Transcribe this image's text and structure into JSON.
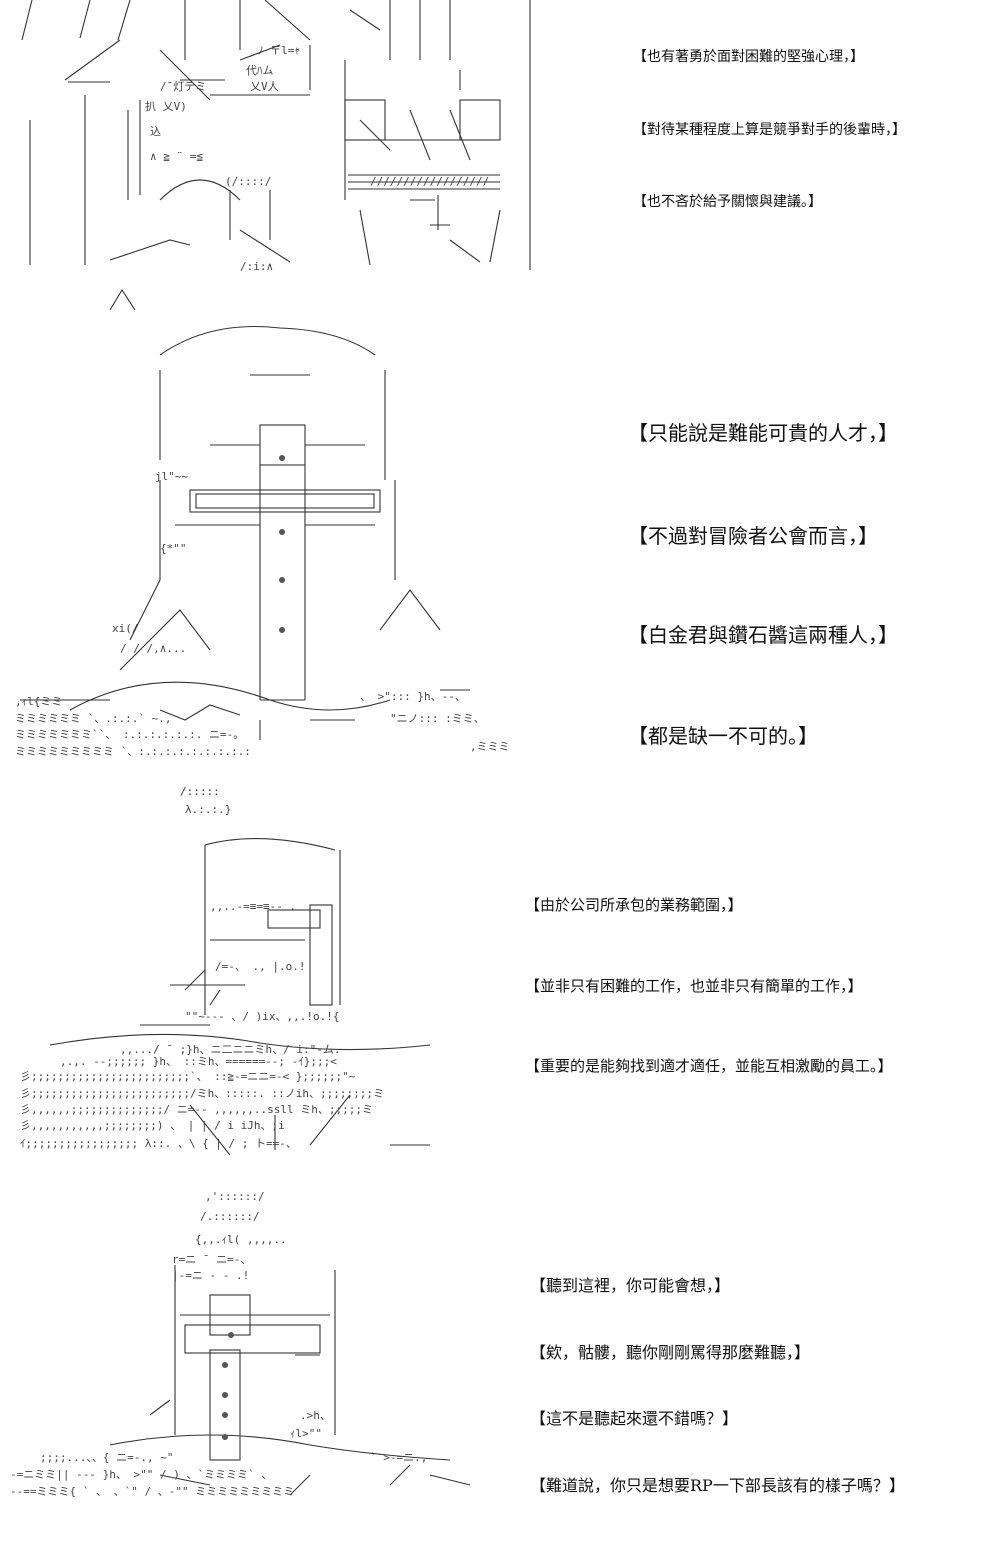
{
  "panels": [
    {
      "lines": [
        "【也有著勇於面對困難的堅強心理，】",
        "【對待某種程度上算是競爭對手的後輩時，】",
        "【也不吝於給予關懷與建議。】"
      ]
    },
    {
      "lines": [
        "【只能說是難能可貴的人才，】",
        "【不過對冒險者公會而言，】",
        "【白金君與鑽石醬這兩種人，】",
        "【都是缺一不可的。】"
      ]
    },
    {
      "lines": [
        "【由於公司所承包的業務範圍，】",
        "【並非只有困難的工作，也並非只有簡單的工作，】",
        "【重要的是能夠找到適才適任，並能互相激勵的員工。】"
      ]
    },
    {
      "lines": [
        "【聽到這裡，你可能會想，】",
        "【欸，骷髏，聽你剛剛罵得那麼難聽，】",
        "【這不是聽起來還不錯嗎？】",
        "【難道說，你只是想要RP一下部長該有的樣子嗎？】"
      ]
    }
  ]
}
